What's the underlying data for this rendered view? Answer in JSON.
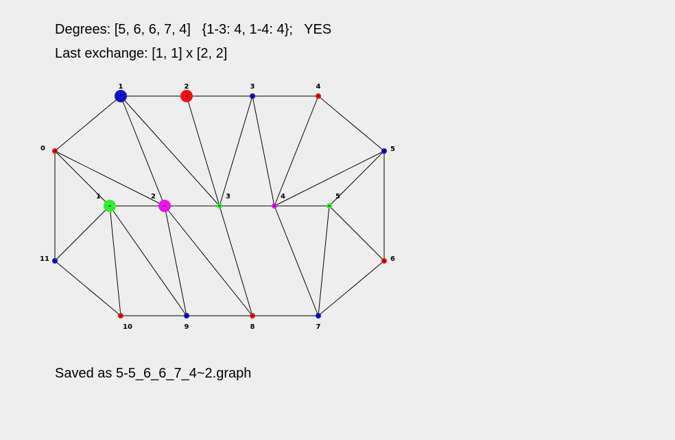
{
  "status": {
    "degrees_line": "Degrees: [5, 6, 6, 7, 4]   {1-3: 4, 1-4: 4};   YES",
    "last_exchange": "Last exchange: [1, 1] x [2, 2]",
    "saved_as": "Saved as 5-5_6_6_7_4~2.graph"
  },
  "colors": {
    "red": "#ee1111",
    "blue": "#1111cc",
    "green": "#33ee33",
    "magenta": "#ee11ee",
    "edge": "#000000",
    "background": "#eeeeee"
  },
  "graph": {
    "nodes": [
      {
        "id": "o0",
        "label": "0",
        "color": "red",
        "size": "small"
      },
      {
        "id": "o1",
        "label": "1",
        "color": "blue",
        "size": "large"
      },
      {
        "id": "o2",
        "label": "2",
        "color": "red",
        "size": "large"
      },
      {
        "id": "o3",
        "label": "3",
        "color": "blue",
        "size": "small"
      },
      {
        "id": "o4",
        "label": "4",
        "color": "red",
        "size": "small"
      },
      {
        "id": "o5",
        "label": "5",
        "color": "blue",
        "size": "small"
      },
      {
        "id": "o6",
        "label": "6",
        "color": "red",
        "size": "small"
      },
      {
        "id": "o7",
        "label": "7",
        "color": "blue",
        "size": "small"
      },
      {
        "id": "o8",
        "label": "8",
        "color": "red",
        "size": "small"
      },
      {
        "id": "o9",
        "label": "9",
        "color": "blue",
        "size": "small"
      },
      {
        "id": "o10",
        "label": "10",
        "color": "red",
        "size": "small"
      },
      {
        "id": "o11",
        "label": "11",
        "color": "blue",
        "size": "small"
      },
      {
        "id": "i1",
        "label": "1",
        "color": "green",
        "size": "large"
      },
      {
        "id": "i2",
        "label": "2",
        "color": "magenta",
        "size": "large"
      },
      {
        "id": "i3",
        "label": "3",
        "color": "green",
        "size": "small"
      },
      {
        "id": "i4",
        "label": "4",
        "color": "magenta",
        "size": "small"
      },
      {
        "id": "i5",
        "label": "5",
        "color": "green",
        "size": "small"
      }
    ],
    "edges": [
      [
        "o0",
        "o1"
      ],
      [
        "o1",
        "o2"
      ],
      [
        "o2",
        "o3"
      ],
      [
        "o3",
        "o4"
      ],
      [
        "o4",
        "o5"
      ],
      [
        "o5",
        "o6"
      ],
      [
        "o6",
        "o7"
      ],
      [
        "o7",
        "o8"
      ],
      [
        "o8",
        "o9"
      ],
      [
        "o9",
        "o10"
      ],
      [
        "o10",
        "o11"
      ],
      [
        "o11",
        "o0"
      ],
      [
        "i1",
        "i2"
      ],
      [
        "i2",
        "i3"
      ],
      [
        "i3",
        "i4"
      ],
      [
        "i4",
        "i5"
      ],
      [
        "o0",
        "i1"
      ],
      [
        "o0",
        "i2"
      ],
      [
        "o11",
        "i1"
      ],
      [
        "o1",
        "i2"
      ],
      [
        "o1",
        "i3"
      ],
      [
        "o2",
        "i3"
      ],
      [
        "o3",
        "i3"
      ],
      [
        "o3",
        "i4"
      ],
      [
        "o4",
        "i4"
      ],
      [
        "o5",
        "i4"
      ],
      [
        "o5",
        "i5"
      ],
      [
        "o6",
        "i5"
      ],
      [
        "o7",
        "i5"
      ],
      [
        "o7",
        "i4"
      ],
      [
        "o8",
        "i3"
      ],
      [
        "o8",
        "i2"
      ],
      [
        "o9",
        "i2"
      ],
      [
        "o9",
        "i1"
      ],
      [
        "o10",
        "i1"
      ]
    ]
  }
}
